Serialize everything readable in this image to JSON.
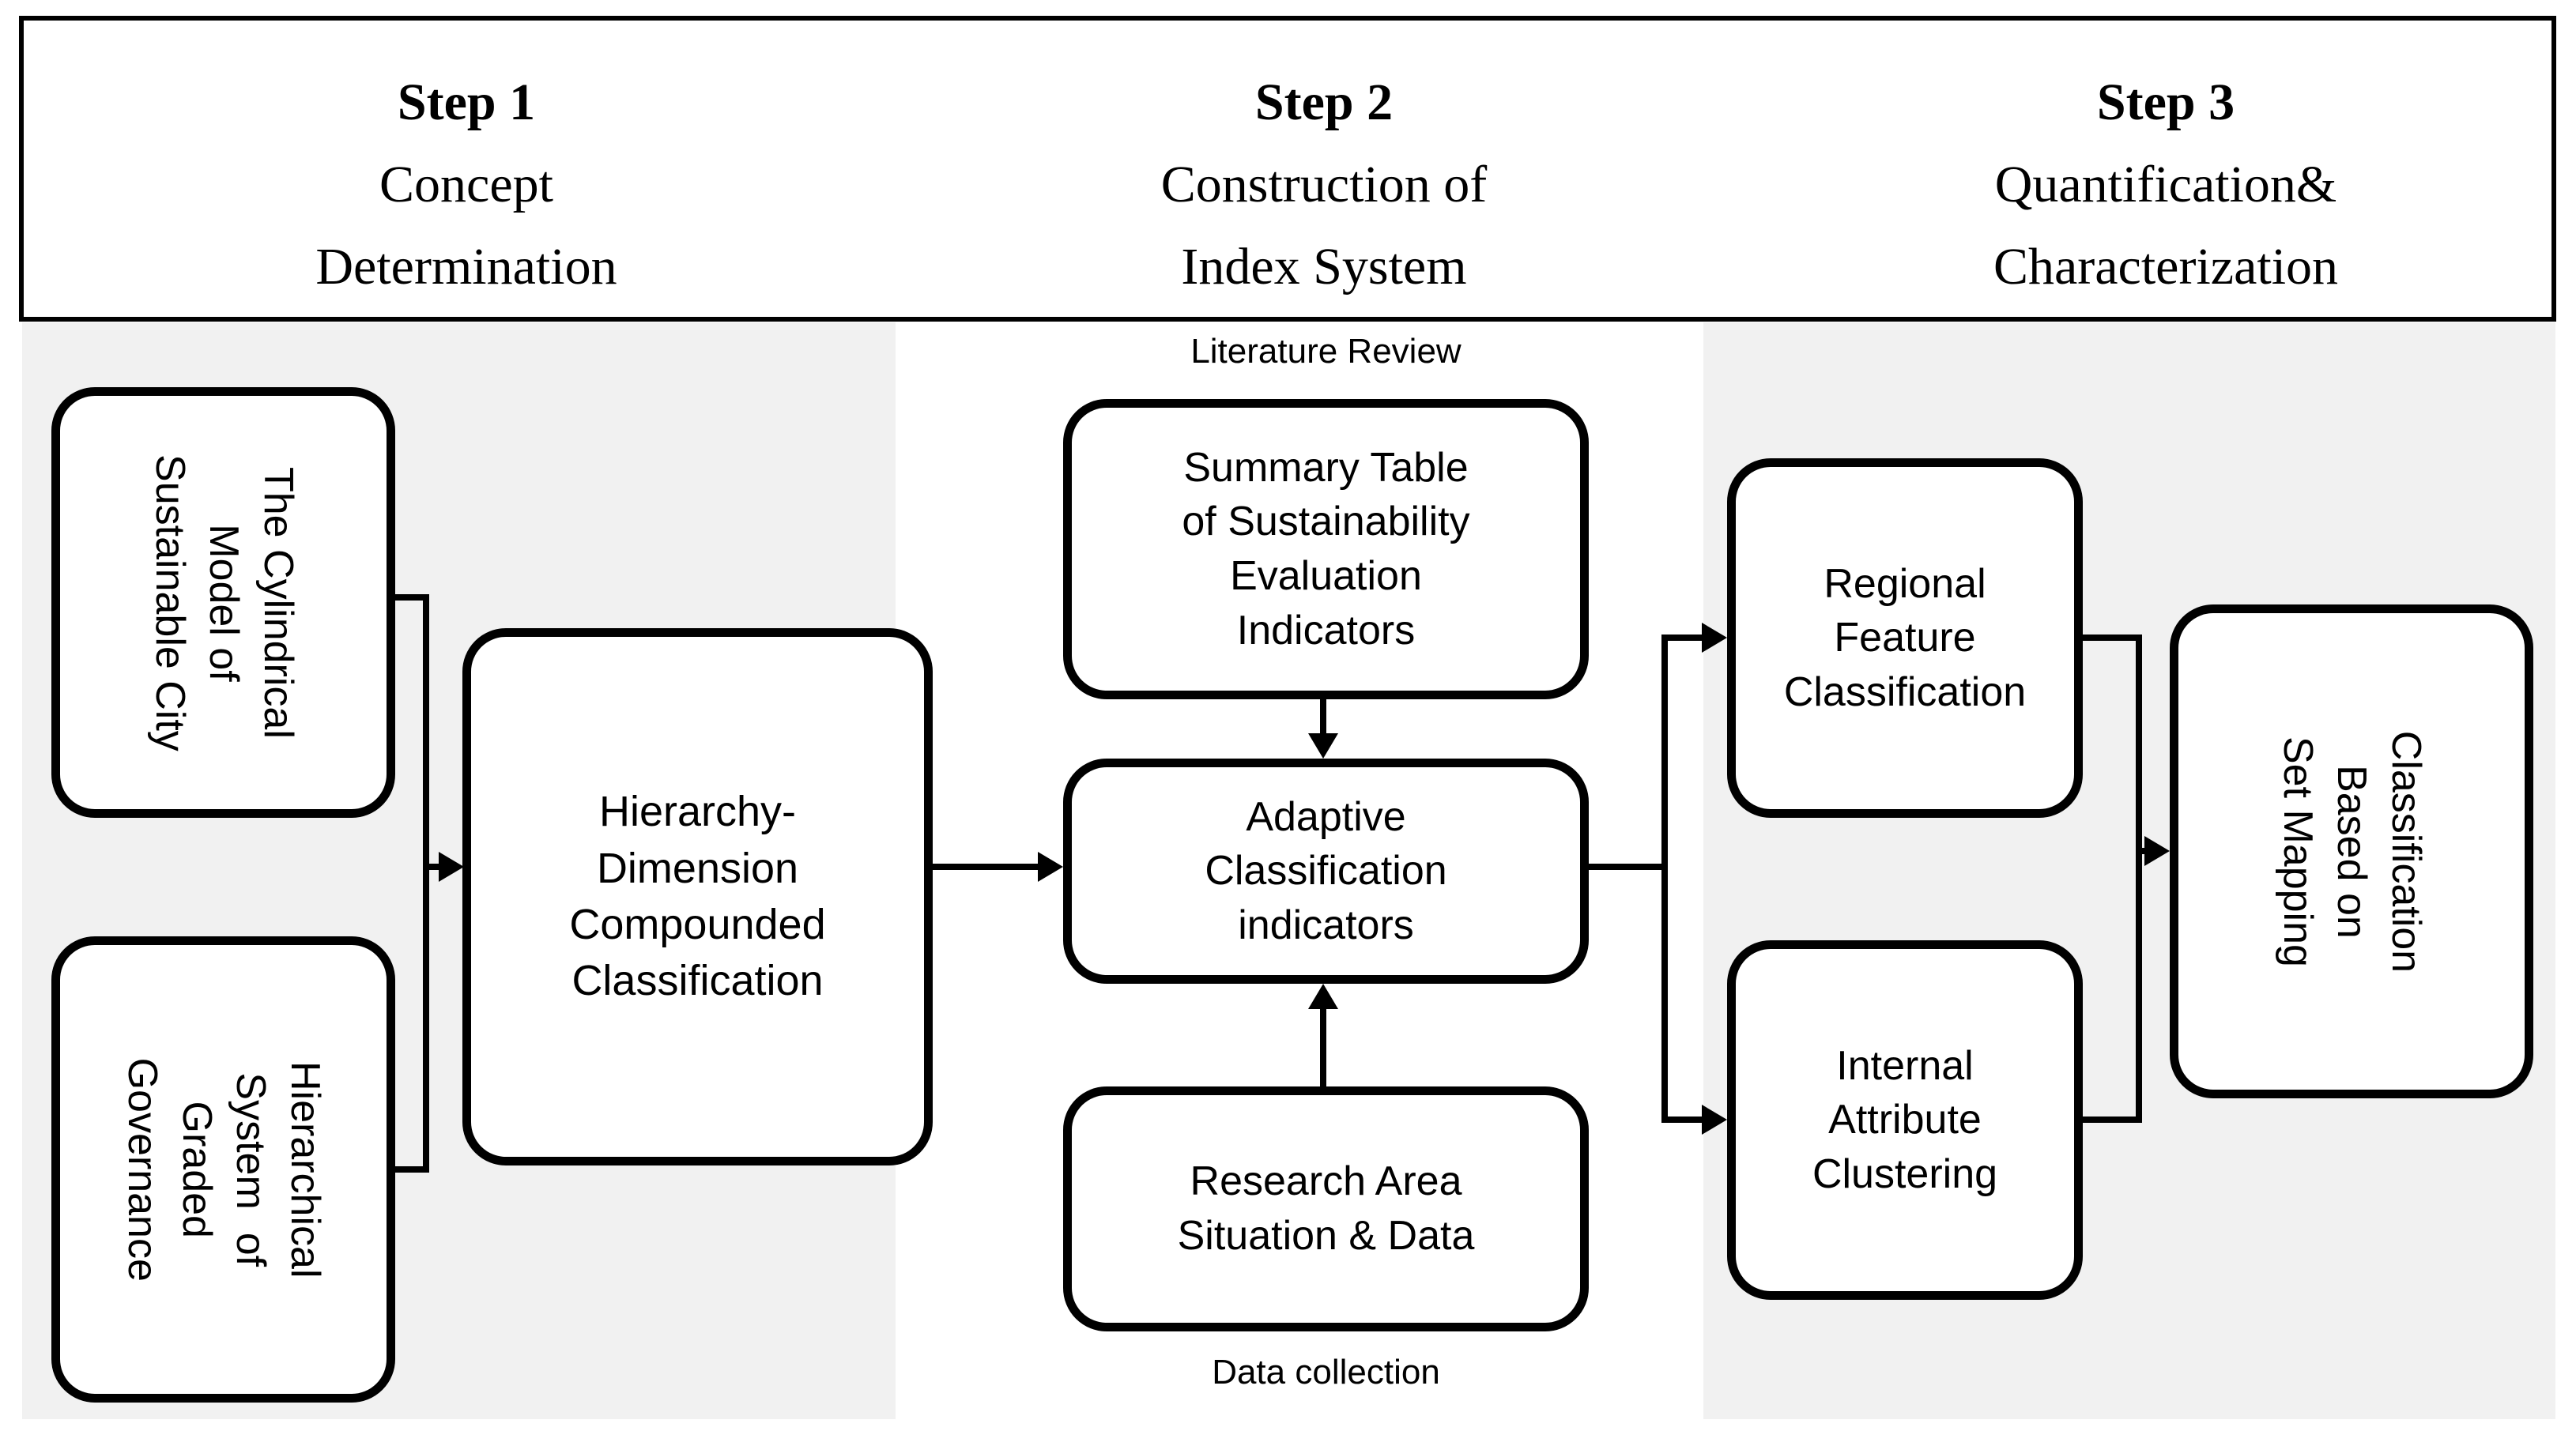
{
  "header": {
    "steps": [
      {
        "num": "Step 1",
        "lines": [
          "Concept",
          "Determination"
        ]
      },
      {
        "num": "Step 2",
        "lines": [
          "Construction of",
          "Index System"
        ]
      },
      {
        "num": "Step 3",
        "lines": [
          "Quantification&",
          "Characterization"
        ]
      }
    ]
  },
  "labels": {
    "literature_review": "Literature Review",
    "data_collection": "Data collection"
  },
  "boxes": {
    "cylindrical": {
      "lines": [
        "The Cylindrical",
        "Model of",
        "Sustainable City"
      ]
    },
    "governance": {
      "lines": [
        "Hierarchical",
        "System  of",
        "Graded",
        "Governance"
      ]
    },
    "hierarchy": {
      "lines": [
        "Hierarchy-",
        "Dimension",
        "Compounded",
        "Classification"
      ]
    },
    "summary": {
      "lines": [
        "Summary Table",
        "of Sustainability",
        "Evaluation",
        "Indicators"
      ]
    },
    "adaptive": {
      "lines": [
        "Adaptive",
        "Classification",
        "indicators"
      ]
    },
    "research": {
      "lines": [
        "Research Area",
        "Situation & Data"
      ]
    },
    "regional": {
      "lines": [
        "Regional",
        "Feature",
        "Classification"
      ]
    },
    "internal": {
      "lines": [
        "Internal",
        "Attribute",
        "Clustering"
      ]
    },
    "setmapping": {
      "lines": [
        "Classification",
        "Based on",
        "Set Mapping"
      ]
    }
  },
  "colors": {
    "page_bg": "#ffffff",
    "column_bg": "#f1f1f1",
    "box_bg": "#ffffff",
    "line": "#000000",
    "text": "#000000"
  }
}
